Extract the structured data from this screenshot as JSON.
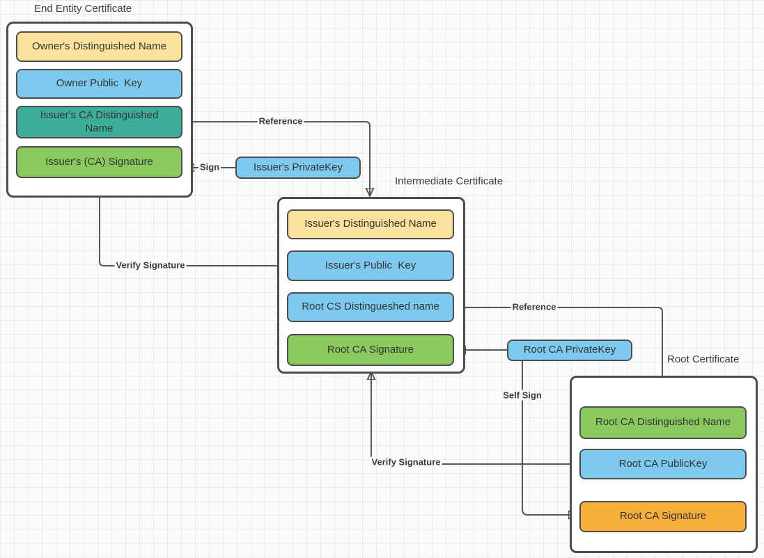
{
  "palette": {
    "yellow": "#FAE29C",
    "blue": "#7EC9EE",
    "teal": "#3BAD99",
    "green": "#89C95F",
    "orange": "#F8AF3B",
    "box_outline": "#4D4D4D",
    "connector_line": "#575757",
    "text": "#343434",
    "background": "#FBFBFB"
  },
  "diagram": {
    "certificates": [
      {
        "title": "End Entity Certificate",
        "fields": [
          {
            "label": "Owner's Distinguished Name",
            "color": "yellow"
          },
          {
            "label": "Owner Public  Key",
            "color": "blue"
          },
          {
            "label": "Issuer's CA Distinguished\nName",
            "color": "teal"
          },
          {
            "label": "Issuer's (CA) Signature",
            "color": "green"
          }
        ]
      },
      {
        "title": "Intermediate Certificate",
        "fields": [
          {
            "label": "Issuer's Distinguished Name",
            "color": "yellow"
          },
          {
            "label": "Issuer's Public  Key",
            "color": "blue"
          },
          {
            "label": "Root CS Distingueshed name",
            "color": "blue"
          },
          {
            "label": "Root CA Signature",
            "color": "green"
          }
        ]
      },
      {
        "title": "Root Certificate",
        "fields": [
          {
            "label": "Root CA Distinguished Name",
            "color": "green"
          },
          {
            "label": "Root CA PublicKey",
            "color": "blue"
          },
          {
            "label": "Root CA Signature",
            "color": "orange"
          }
        ]
      }
    ],
    "keys": [
      {
        "label": "Issuer's PrivateKey",
        "color": "blue"
      },
      {
        "label": "Root CA PrivateKey",
        "color": "blue"
      }
    ],
    "connectors": [
      {
        "label": "Reference",
        "from": "Issuer's CA Distinguished Name",
        "to": "Intermediate Certificate"
      },
      {
        "label": "Sign",
        "from": "Issuer's PrivateKey",
        "to": "Issuer's (CA) Signature"
      },
      {
        "label": "Verify Signature",
        "from": "Issuer's Public  Key",
        "to": "Issuer's (CA) Signature"
      },
      {
        "label": "Reference",
        "from": "Root CS Distingueshed name",
        "to": "Root CA Distinguished Name"
      },
      {
        "label": "",
        "from": "Root CA PrivateKey",
        "to": "Root CA Signature (Intermediate Certificate)"
      },
      {
        "label": "Self Sign",
        "from": "Root CA PrivateKey",
        "to": "Root CA Signature (Root Certificate)"
      },
      {
        "label": "Verify Signature",
        "from": "Root CA PublicKey",
        "to": "Root CA Signature (Intermediate Certificate)"
      }
    ]
  }
}
